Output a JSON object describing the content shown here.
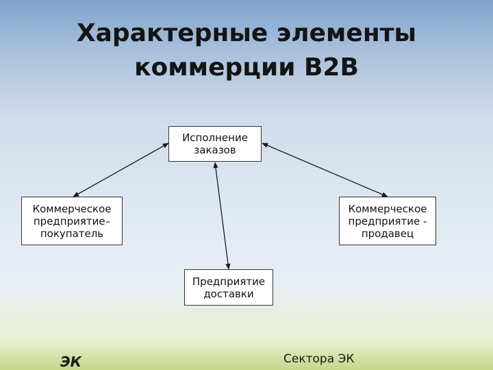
{
  "title": {
    "line1": "Характерные элементы",
    "line2": "коммерции B2B"
  },
  "nodes": {
    "orders": "Исполнение\nзаказов",
    "buyer": "Коммерческое\nпредприятие–\nпокупатель",
    "seller": "Коммерческое\nпредприятие -\nпродавец",
    "delivery": "Предприятие\nдоставки"
  },
  "edges": [
    {
      "from": "orders",
      "to": "buyer",
      "arrows": "both"
    },
    {
      "from": "orders",
      "to": "seller",
      "arrows": "both"
    },
    {
      "from": "orders",
      "to": "delivery",
      "arrows": "both"
    }
  ],
  "footer": {
    "left": "ЭК",
    "right": "Сектора ЭК"
  },
  "colors": {
    "node_fill": "#ffffff",
    "node_border": "#333333",
    "connector": "#1a1a1a"
  }
}
